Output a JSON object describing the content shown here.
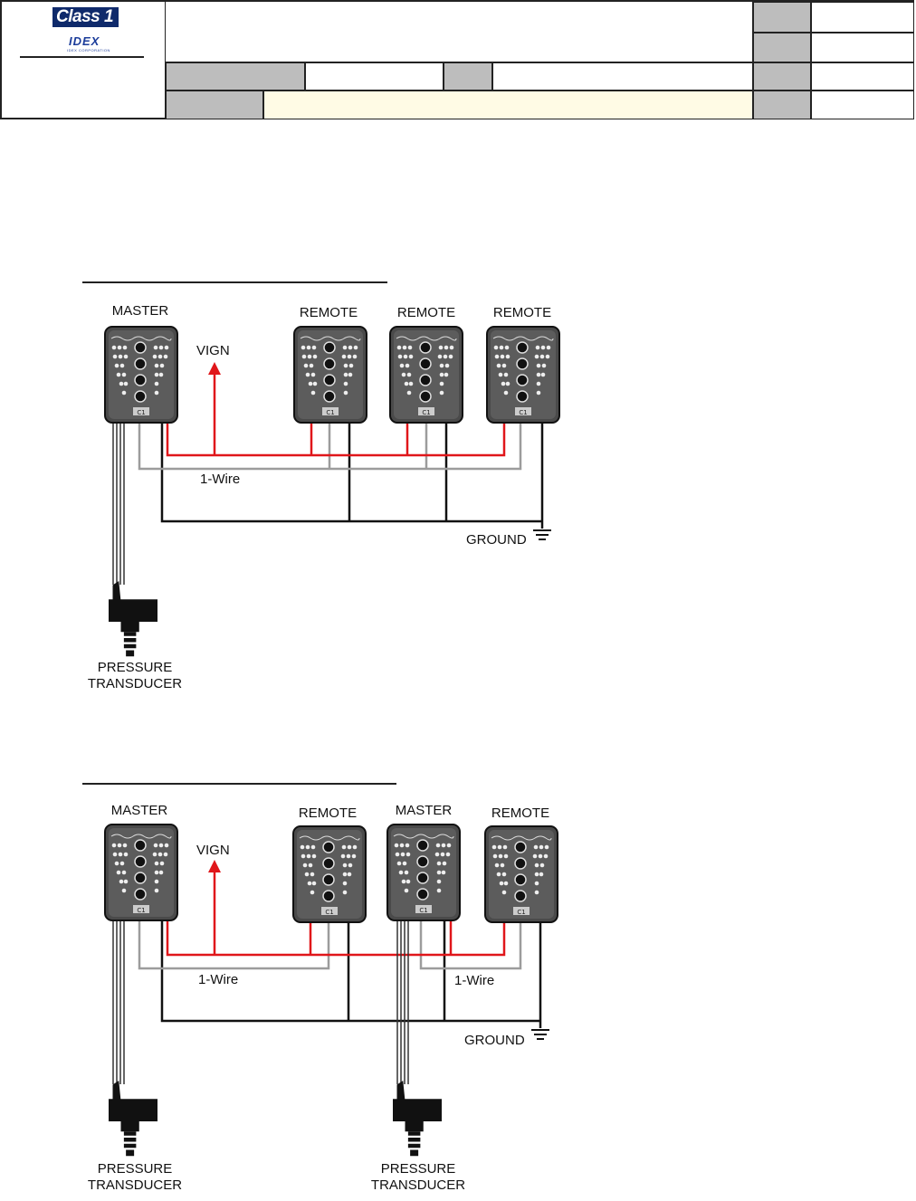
{
  "logo": {
    "brand": "Class 1",
    "sub": "IDEX",
    "sub_small": "IDEX CORPORATION"
  },
  "colors": {
    "power": "#e0161a",
    "one_wire": "#9c9c9c",
    "ground": "#111111",
    "header_gray": "#bdbdbd",
    "header_cream": "#fffbe5"
  },
  "diagram1": {
    "units": [
      "MASTER",
      "REMOTE",
      "REMOTE",
      "REMOTE"
    ],
    "vign": "VIGN",
    "one_wire": "1-Wire",
    "ground": "GROUND",
    "transducer_line1": "PRESSURE",
    "transducer_line2": "TRANSDUCER"
  },
  "diagram2": {
    "units": [
      "MASTER",
      "REMOTE",
      "MASTER",
      "REMOTE"
    ],
    "vign": "VIGN",
    "one_wire_a": "1-Wire",
    "one_wire_b": "1-Wire",
    "ground": "GROUND",
    "transducer1_line1": "PRESSURE",
    "transducer1_line2": "TRANSDUCER",
    "transducer2_line1": "PRESSURE",
    "transducer2_line2": "TRANSDUCER"
  }
}
